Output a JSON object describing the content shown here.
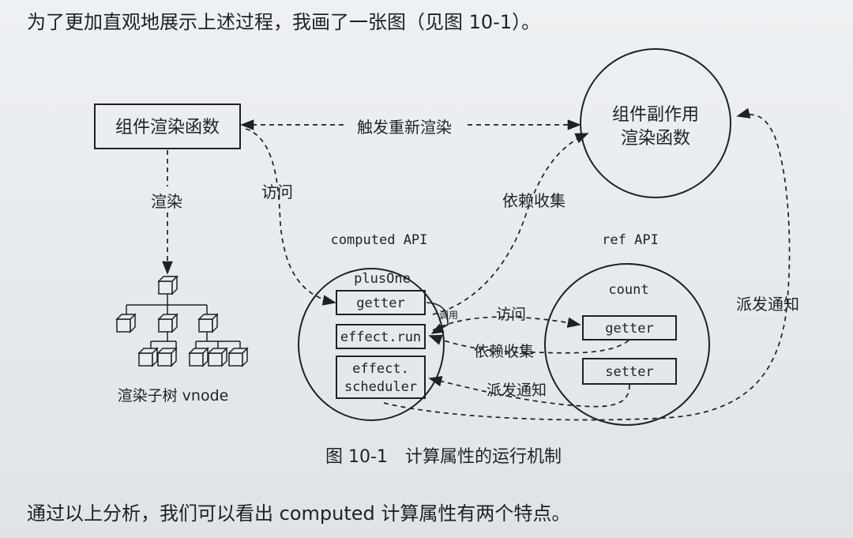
{
  "intro_text": "为了更加直观地展示上述过程，我画了一张图（见图 10-1）。",
  "outro_text": "通过以上分析，我们可以看出 computed 计算属性有两个特点。",
  "caption": {
    "figure_number": "图 10-1",
    "title": "计算属性的运行机制"
  },
  "diagram": {
    "render_function": "组件渲染函数",
    "side_effect_render": [
      "组件副作用",
      "渲染函数"
    ],
    "trigger_rerender": "触发重新渲染",
    "render": "渲染",
    "access_1": "访问",
    "dependency_collect_1": "依赖收集",
    "computed_api": "computed API",
    "ref_api": "ref API",
    "plus_one": "plusOne",
    "getter_computed": "getter",
    "call": "调用",
    "effect_run": "effect.run",
    "effect_scheduler": [
      "effect.",
      "scheduler"
    ],
    "access_2": "访问",
    "dependency_collect_2": "依赖收集",
    "dispatch_notify_1": "派发通知",
    "count": "count",
    "getter_ref": "getter",
    "setter_ref": "setter",
    "dispatch_notify_2": "派发通知",
    "subtree": "渲染子树 vnode"
  }
}
